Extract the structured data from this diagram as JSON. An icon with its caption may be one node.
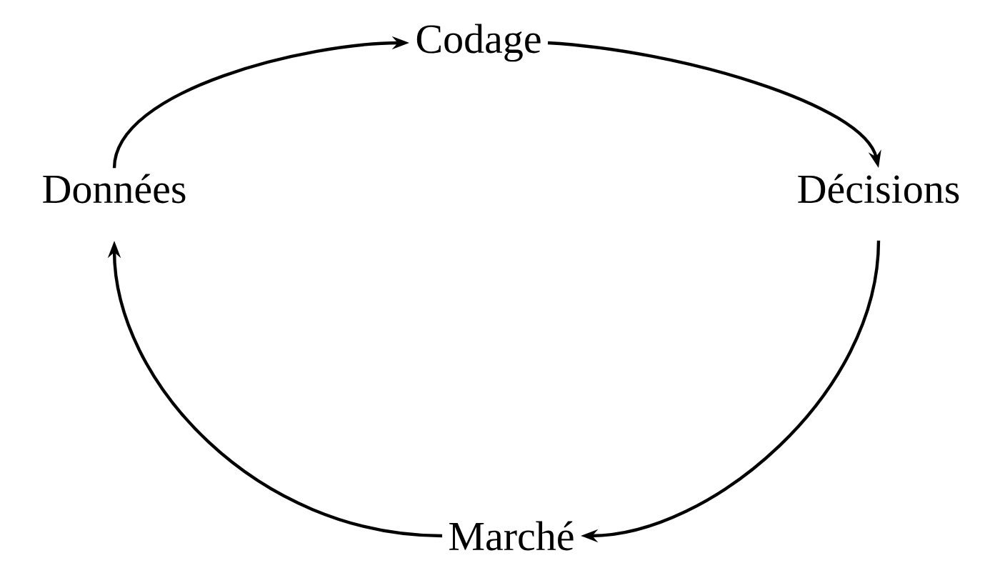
{
  "diagram": {
    "nodes": [
      {
        "text": [
          "Codage"
        ]
      },
      {
        "text": [
          "Décisions"
        ]
      },
      {
        "text": [
          "Marché"
        ]
      },
      {
        "text": [
          "Données"
        ]
      }
    ],
    "edges": [
      {
        "from": 3,
        "to": 0,
        "arrow": "to"
      },
      {
        "from": 0,
        "to": 1,
        "arrow": "to"
      },
      {
        "from": 1,
        "to": 2,
        "arrow": "to"
      },
      {
        "from": 2,
        "to": 3,
        "arrow": "to"
      }
    ]
  }
}
